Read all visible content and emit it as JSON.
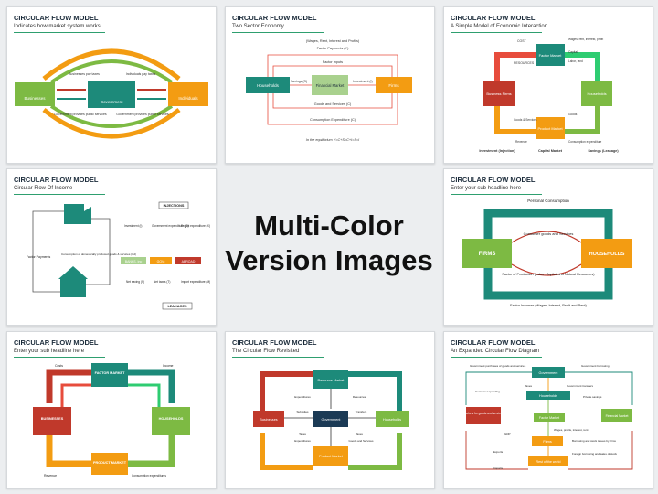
{
  "center": {
    "line1": "Multi-Color",
    "line2": "Version Images"
  },
  "cards": [
    {
      "title": "CIRCULAR FLOW MODEL",
      "subtitle": "Indicates how market system works",
      "labels": {
        "businesses": "Businesses",
        "government": "Government",
        "individuals": "Individuals",
        "note1": "Businesses pay taxes",
        "note2": "Individuals pay taxes",
        "note3": "Government provides public services",
        "note4": "Government provides public services"
      }
    },
    {
      "title": "CIRCULAR FLOW MODEL",
      "subtitle": "Two Sector Economy",
      "labels": {
        "top": "(Wages, Rent, Interest and Profits)",
        "factor_payments": "Factor Payments (Y)",
        "factor_inputs": "Factor Inputs",
        "households": "Households",
        "financial_market": "Financial Market",
        "firms": "Firms",
        "savings": "Savings (S)",
        "investment": "Investment (I)",
        "goods": "Goods and Services (C)",
        "consumption": "Consumption Expenditure (C)",
        "equilibrium": "In the equilibrium Y=C+S=C+I=S=I"
      }
    },
    {
      "title": "CIRCULAR FLOW MODEL",
      "subtitle": "A Simple Model of Economic Interaction",
      "labels": {
        "factor_market": "Factor Market",
        "business_firms": "Business Firms",
        "households": "Households",
        "product_market": "Product Market",
        "cost": "COST",
        "resources": "RESOURCES",
        "wages": "Wages, rent, interest, profit",
        "capital": "Capital",
        "labor": "Labor, land",
        "goods_services": "Goods & Services",
        "revenue": "Revenue",
        "goods": "Goods",
        "consumption": "Consumption expenditure",
        "investment": "Investment (Injection)",
        "capital_market": "Capital Market",
        "savings": "Savings (Leakage)"
      }
    },
    {
      "title": "CIRCULAR FLOW MODEL",
      "subtitle": "Circular Flow Of Income",
      "labels": {
        "injections": "INJECTIONS",
        "leakages": "LEAKAGES",
        "investment": "Investment (I)",
        "gov_exp": "Government expenditure (G)",
        "export": "Export expenditure (X)",
        "factor_payments": "Factor Payments",
        "consumption": "Consumption of domestically produced goods & services (Cd)",
        "banks": "BANKS, Inc",
        "govt": "GOVt",
        "abroad": "ABROAD",
        "saving": "Net saving (S)",
        "taxes": "Net taxes (T)",
        "import": "Import expenditure (M)"
      }
    },
    {
      "title": "CIRCULAR FLOW MODEL",
      "subtitle": "Enter your sub headline here",
      "labels": {
        "personal": "Personal Consumption",
        "firms": "FIRMS",
        "households": "HOUSEHOLDS",
        "goods": "Consumer goods and Services",
        "factor": "Factor of Production (Labor, Capital and Natural Resources)",
        "incomes": "Factor Incomes (Wages, Interest, Profit and Rent)"
      }
    },
    {
      "title": "CIRCULAR FLOW MODEL",
      "subtitle": "Enter your sub headline here",
      "labels": {
        "factor_market": "FACTOR MARKET",
        "businesses": "BUSINESSES",
        "households": "HOUSEHOLDS",
        "product_market": "PRODUCT MARKET",
        "costs": "Costs",
        "revenue": "Revenue",
        "consumption": "Consumption expenditures",
        "income": "Income"
      }
    },
    {
      "title": "CIRCULAR FLOW MODEL",
      "subtitle": "The Circular Flow Revisited",
      "labels": {
        "resource_market": "Resource Market",
        "businesses": "Businesses",
        "government": "Government",
        "households": "Households",
        "product_market": "Product Market",
        "expenditures": "Expenditures",
        "resources": "Resources",
        "goods": "Goods and Services",
        "taxes": "Taxes",
        "subsidies": "Subsidies",
        "transfers": "Transfers"
      }
    },
    {
      "title": "CIRCULAR FLOW MODEL",
      "subtitle": "An Expanded Circular Flow Diagram",
      "labels": {
        "government": "Government",
        "households": "Households",
        "factor_market": "Factor Market",
        "markets_goods": "Markets for goods and services",
        "financial_market": "Financial Market",
        "firms": "Firms",
        "rest_world": "Rest of the world",
        "gov_purchases": "Government purchases of goods and services",
        "gov_borrowing": "Government borrowing",
        "taxes": "Taxes",
        "transfers": "Government transfers",
        "consumer": "Consumer spending",
        "private": "Private savings",
        "wages": "Wages, profits, interest, rent",
        "gdp": "GDP",
        "exports": "Exports",
        "imports": "Imports",
        "foreign": "Foreign borrowing and sales of stock",
        "borrowing": "Borrowing and stock issues by firms"
      }
    }
  ]
}
